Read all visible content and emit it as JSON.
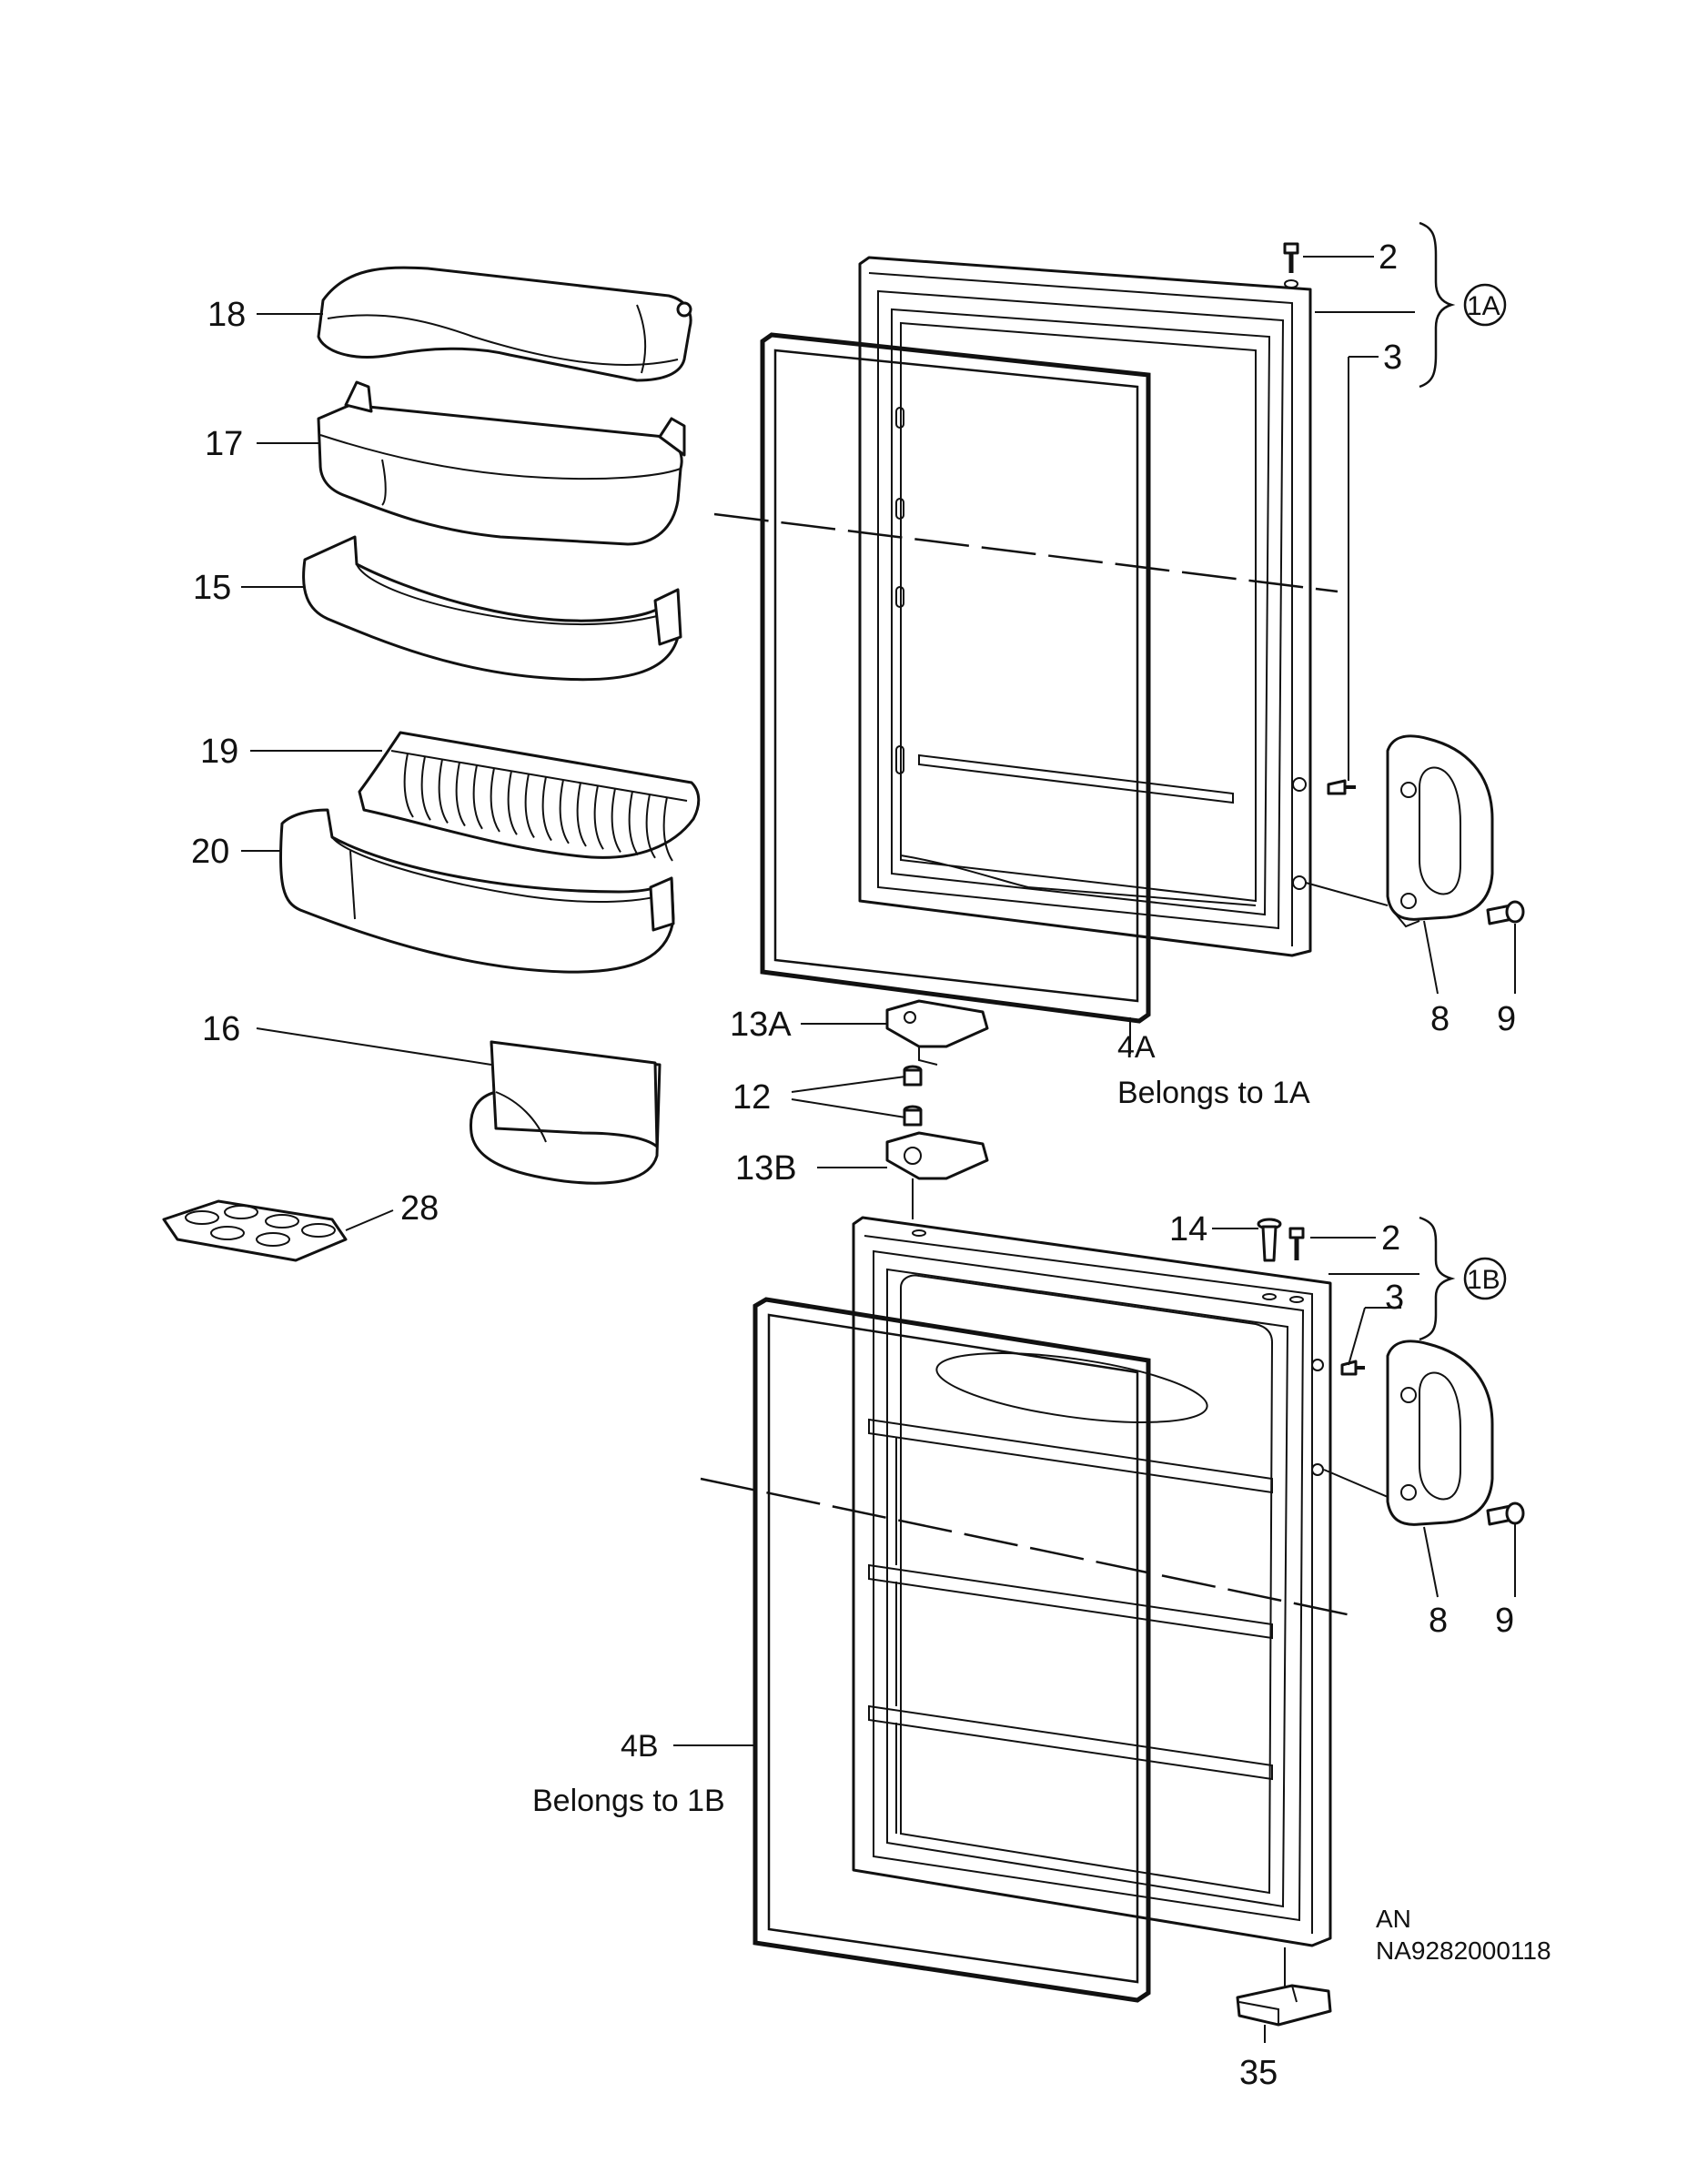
{
  "labels": {
    "p18": "18",
    "p17": "17",
    "p15": "15",
    "p19": "19",
    "p20": "20",
    "p16": "16",
    "p28": "28",
    "p13a": "13A",
    "p12": "12",
    "p13b": "13B",
    "p4a": "4A",
    "p4a_note": "Belongs to 1A",
    "p4b": "4B",
    "p4b_note": "Belongs to 1B",
    "p2_top": "2",
    "p3_top": "3",
    "g1a": "1A",
    "p8_top": "8",
    "p9_top": "9",
    "p14": "14",
    "p2_bot": "2",
    "p3_bot": "3",
    "g1b": "1B",
    "p8_bot": "8",
    "p9_bot": "9",
    "p35": "35"
  },
  "footer": {
    "line1": "AN",
    "line2": "NA9282000118"
  }
}
